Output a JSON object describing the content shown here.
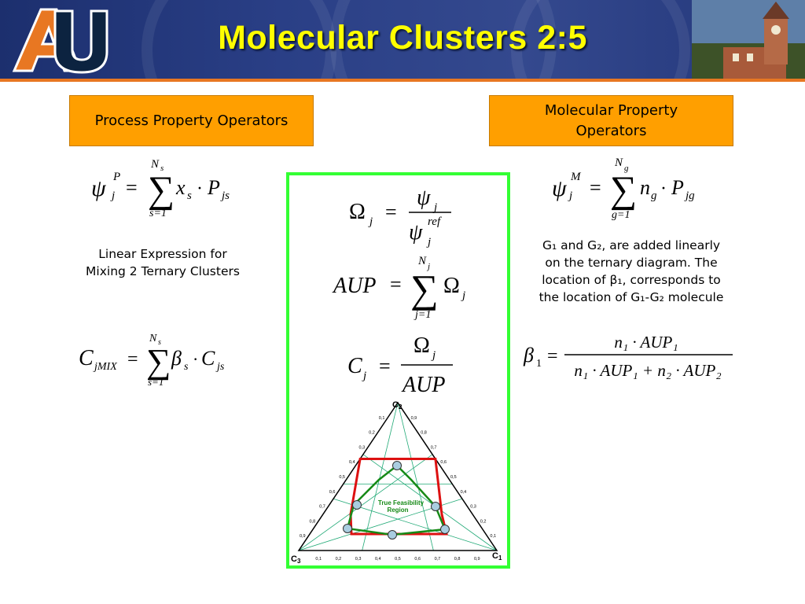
{
  "title": "Molecular Clusters 2:5",
  "left_box": "Process Property Operators",
  "right_box": "Molecular Property Operators",
  "left_note": "Linear Expression for Mixing 2 Ternary Clusters",
  "right_note": {
    "line1": "G₁ and G₂, are added linearly",
    "line2": "on the ternary diagram. The",
    "line3": "location of β₁, corresponds to",
    "line4": "the location of G₁-G₂ molecule"
  },
  "equations": {
    "process_operator": {
      "lhs": "ψ",
      "lhs_sup": "P",
      "lhs_sub": "j",
      "sum_top": "N",
      "sum_top_sub": "s",
      "sum_bottom": "s=1",
      "term": "x",
      "term_sub": "s",
      "dot": "·",
      "term2": "P",
      "term2_sub": "js"
    },
    "mix": {
      "lhs": "C",
      "lhs_sub": "jMIX",
      "sum_top": "N",
      "sum_top_sub": "s",
      "sum_bottom": "s=1",
      "term": "β",
      "term_sub": "s",
      "term2": "C",
      "term2_sub": "js"
    },
    "omega": {
      "lhs": "Ω",
      "lhs_sub": "j",
      "num": "ψ",
      "num_sub": "j",
      "den": "ψ",
      "den_sup": "ref",
      "den_sub": "j"
    },
    "aup": {
      "lhs": "AUP",
      "sum_top": "N",
      "sum_top_sub": "j",
      "sum_bottom": "j=1",
      "term": "Ω",
      "term_sub": "j"
    },
    "cj": {
      "lhs": "C",
      "lhs_sub": "j",
      "num": "Ω",
      "num_sub": "j",
      "den": "AUP"
    },
    "molecular_operator": {
      "lhs": "ψ",
      "lhs_sup": "M",
      "lhs_sub": "j",
      "sum_top": "N",
      "sum_top_sub": "g",
      "sum_bottom": "g=1",
      "term": "n",
      "term_sub": "g",
      "term2": "P",
      "term2_sub": "jg"
    },
    "beta": {
      "lhs": "β",
      "lhs_sub": "1",
      "num": "n₁ · AUP₁",
      "den": "n₁ · AUP₁ + n₂ · AUP₂"
    }
  },
  "ternary": {
    "vertex_top": "C",
    "vertex_top_sub": "2",
    "vertex_left": "C",
    "vertex_left_sub": "3",
    "vertex_right": "C",
    "vertex_right_sub": "1",
    "bottom_ticks": [
      "0,1",
      "0,2",
      "0,3",
      "0,4",
      "0,5",
      "0,6",
      "0,7",
      "0,8",
      "0,9"
    ],
    "left_ticks": [
      "0,1",
      "0,2",
      "0,3",
      "0,4",
      "0,5",
      "0,6",
      "0,7",
      "0,8",
      "0,9"
    ],
    "right_ticks": [
      "0,9",
      "0,8",
      "0,7",
      "0,6",
      "0,5",
      "0,4",
      "0,3",
      "0,2",
      "0,1"
    ],
    "region_label_line1": "True Feasibility",
    "region_label_line2": "Region",
    "colors": {
      "outer_region": "#dd1111",
      "inner_region": "#178a17",
      "grid": "#22aa77",
      "points": "#a9cde0",
      "label": "#178a17"
    }
  },
  "colors": {
    "header": "#2a3f86",
    "title": "#ffff00",
    "box": "#ff9f00",
    "frame": "#33ff33"
  }
}
